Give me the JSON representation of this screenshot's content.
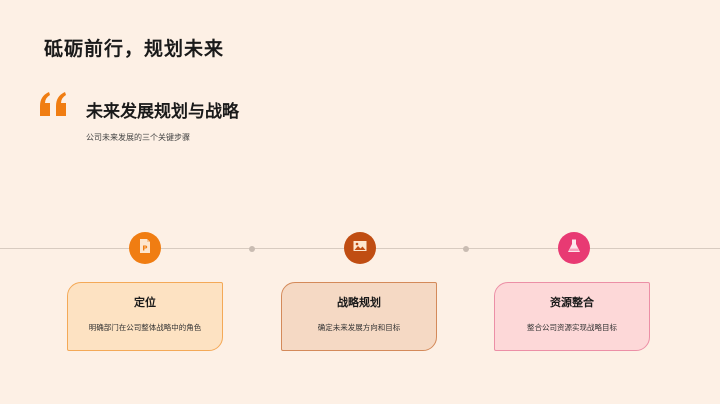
{
  "slide": {
    "title": "砥砺前行，规划未来"
  },
  "section": {
    "quote_icon": "quote-icon",
    "title": "未来发展规划与战略",
    "subtitle": "公司未来发展的三个关键步骤"
  },
  "timeline": {
    "line_color": "#d8cbc0",
    "steps": [
      {
        "icon": "document-icon",
        "color": "#f07d12",
        "title": "定位",
        "description": "明确部门在公司整体战略中的角色",
        "card_bg": "#fde2c2",
        "card_border": "#f4a957"
      },
      {
        "icon": "image-icon",
        "color": "#c04d12",
        "title": "战略规划",
        "description": "确定未来发展方向和目标",
        "card_bg": "#f5d9c4",
        "card_border": "#d48a5a"
      },
      {
        "icon": "flask-icon",
        "color": "#e83a73",
        "title": "资源整合",
        "description": "整合公司资源实现战略目标",
        "card_bg": "#fdd8d8",
        "card_border": "#ec8fa6"
      }
    ]
  }
}
